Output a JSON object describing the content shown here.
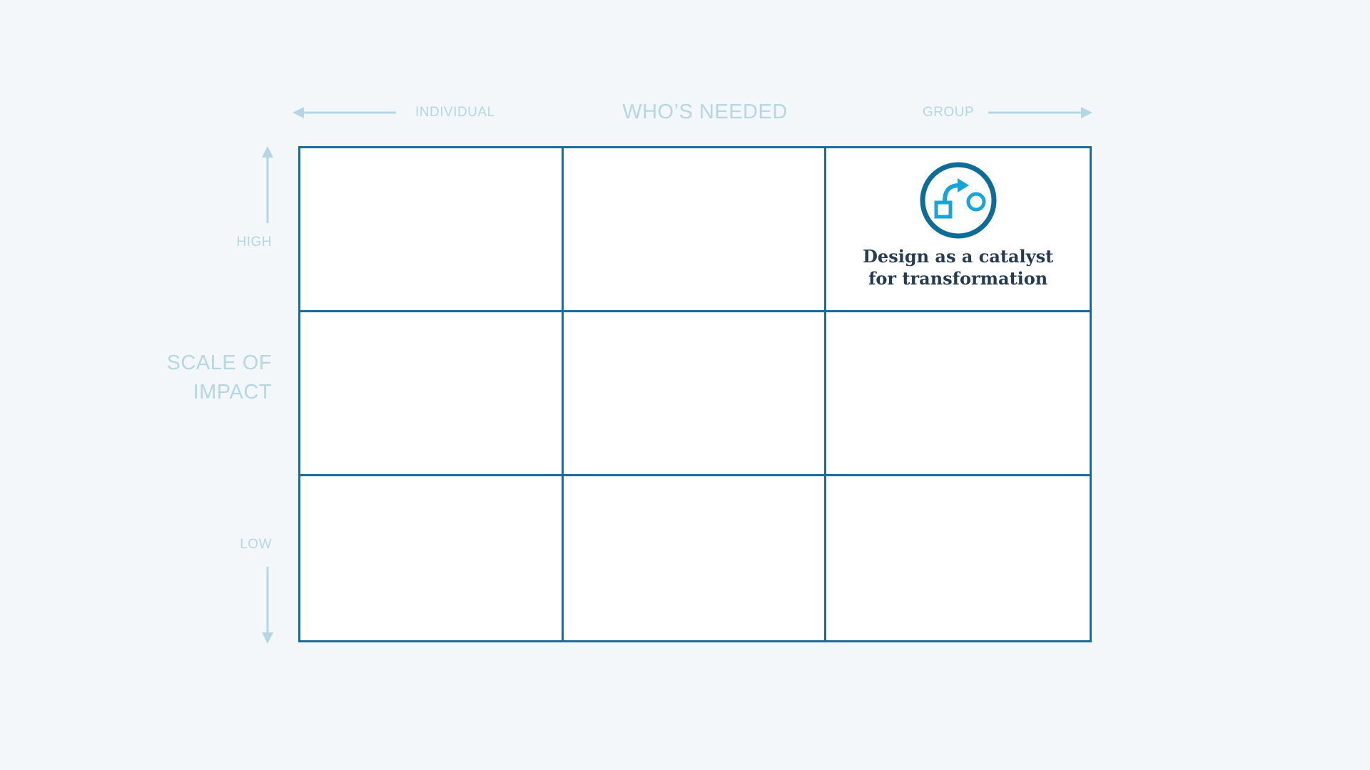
{
  "axes": {
    "top_title": "WHO’S NEEDED",
    "top_left_label": "INDIVIDUAL",
    "top_right_label": "GROUP",
    "side_title_line1": "SCALE OF",
    "side_title_line2": "IMPACT",
    "side_high_label": "HIGH",
    "side_low_label": "LOW"
  },
  "grid": {
    "rows": 3,
    "columns": 3,
    "highlighted_cell": {
      "row": 1,
      "column": 3,
      "icon": "catalyst-transformation-icon",
      "title_line1": "Design as a catalyst",
      "title_line2": "for transformation"
    }
  },
  "colors": {
    "background": "#f3f7fa",
    "axis_text": "#b5d6e3",
    "grid_border": "#1a6c9a",
    "icon_ring": "#0e6c99",
    "icon_shapes": "#1aa4d6",
    "title_text": "#253b52"
  }
}
